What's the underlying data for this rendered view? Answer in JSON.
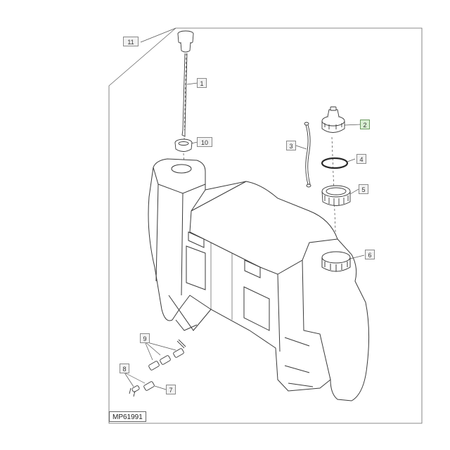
{
  "diagram": {
    "callouts": [
      {
        "id": "11",
        "label": "11",
        "highlighted": false
      },
      {
        "id": "1",
        "label": "1",
        "highlighted": false
      },
      {
        "id": "10",
        "label": "10",
        "highlighted": false
      },
      {
        "id": "2",
        "label": "2",
        "highlighted": true
      },
      {
        "id": "3",
        "label": "3",
        "highlighted": false
      },
      {
        "id": "4",
        "label": "4",
        "highlighted": false
      },
      {
        "id": "5",
        "label": "5",
        "highlighted": false
      },
      {
        "id": "6",
        "label": "6",
        "highlighted": false
      },
      {
        "id": "9",
        "label": "9",
        "highlighted": false
      },
      {
        "id": "8",
        "label": "8",
        "highlighted": false
      },
      {
        "id": "7",
        "label": "7",
        "highlighted": false
      }
    ],
    "reference_code": "MP61991",
    "colors": {
      "line": "#3a3a3a",
      "callout_fill": "#f2f2f2",
      "callout_highlight": "#d9efd3"
    }
  }
}
